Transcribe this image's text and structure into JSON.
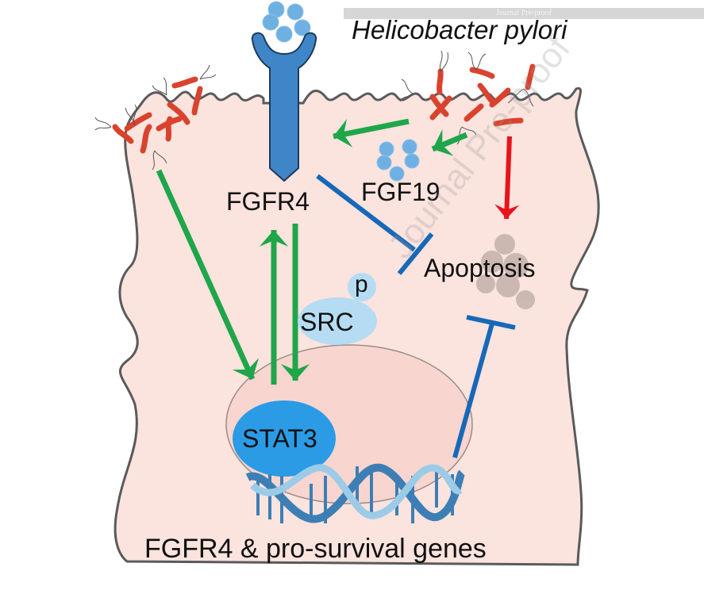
{
  "banner": {
    "text": "Journal Pre-proof"
  },
  "watermark": {
    "text": "Journal Pre-proof"
  },
  "labels": {
    "organism": "Helicobacter pylori",
    "receptor": "FGFR4",
    "ligand": "FGF19",
    "apoptosis": "Apoptosis",
    "phospho": "p",
    "kinase": "SRC",
    "transcription_factor": "STAT3",
    "genes": "FGFR4 & pro-survival genes"
  },
  "colors": {
    "cell_fill": "#fbe3de",
    "cell_outline": "#5a5a5a",
    "nucleus_fill": "#f8d5cf",
    "receptor": "#3f86c8",
    "ligand": "#6fb0e3",
    "activation_arrow": "#1fa64a",
    "inhibition": "#1769b8",
    "induction_arrow": "#e8141b",
    "bacteria": "#d9432e",
    "stat3": "#2b9be6",
    "src": "#b5dcf2",
    "apoptotic_body": "#c3b2aa",
    "dna_dark": "#3d7fb5",
    "dna_light": "#9ccbe8"
  },
  "edges": [
    {
      "from": "Helicobacter pylori",
      "to": "FGFR4",
      "type": "activation"
    },
    {
      "from": "Helicobacter pylori",
      "to": "FGF19",
      "type": "activation"
    },
    {
      "from": "Helicobacter pylori",
      "to": "Apoptosis",
      "type": "induction"
    },
    {
      "from": "Helicobacter pylori",
      "to": "STAT3",
      "type": "activation"
    },
    {
      "from": "FGFR4",
      "to": "STAT3",
      "type": "activation"
    },
    {
      "from": "STAT3",
      "to": "FGFR4",
      "type": "activation"
    },
    {
      "from": "FGFR4",
      "to": "Apoptosis",
      "type": "inhibition"
    },
    {
      "from": "FGFR4 & pro-survival genes",
      "to": "Apoptosis",
      "type": "inhibition"
    }
  ]
}
